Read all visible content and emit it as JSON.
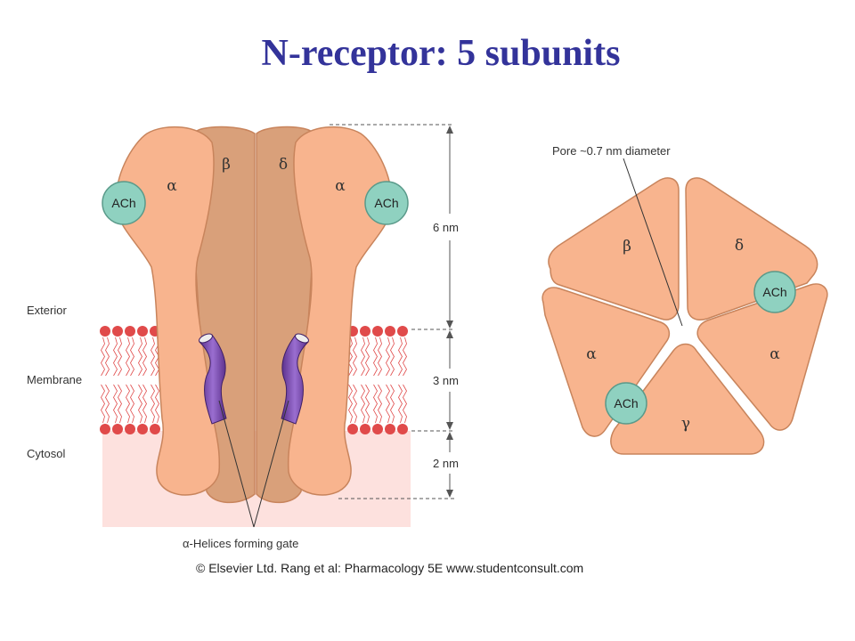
{
  "title": "N-receptor: 5 subunits",
  "side_view": {
    "regions": {
      "exterior": "Exterior",
      "membrane": "Membrane",
      "cytosol": "Cytosol"
    },
    "subunits": {
      "left_alpha": "α",
      "beta": "β",
      "delta": "δ",
      "right_alpha": "α"
    },
    "ligand": "ACh",
    "dimensions": {
      "top": "6 nm",
      "middle": "3 nm",
      "bottom": "2 nm"
    },
    "gate_label": "α-Helices forming gate"
  },
  "top_view": {
    "pore_label": "Pore ~0.7 nm diameter",
    "subunits": {
      "beta": "β",
      "delta": "δ",
      "left_alpha": "α",
      "right_alpha": "α",
      "gamma": "γ"
    },
    "ligand": "ACh"
  },
  "credit": "© Elsevier Ltd. Rang et al: Pharmacology 5E www.studentconsult.com",
  "colors": {
    "title": "#33339a",
    "subunit_fill": "#f8b48e",
    "inner_subunit_fill": "#d9a07a",
    "subunit_stroke": "#c8845c",
    "ach_fill": "#8fd1c0",
    "helix_fill": "#7a4aa8",
    "lipid_head": "#e04a4a",
    "cytosol_fill": "#fde1de"
  }
}
